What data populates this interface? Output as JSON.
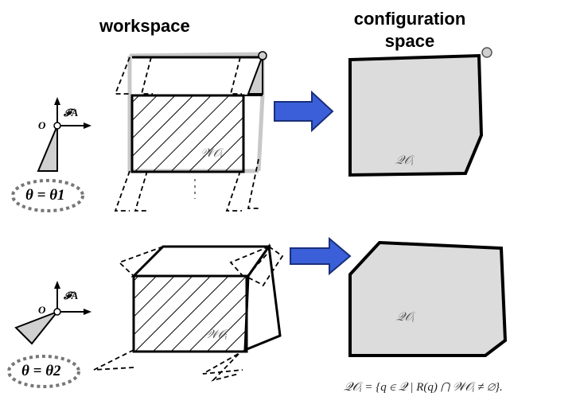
{
  "headers": {
    "workspace": "workspace",
    "configuration_line1": "configuration",
    "configuration_line2": "space"
  },
  "labels": {
    "wo": "𝒲𝒪ᵢ",
    "qo": "𝒬𝒪ᵢ",
    "frame_origin": "O",
    "frame_axis": "𝓕A"
  },
  "orientations": {
    "top": "θ = θ1",
    "bottom": "θ = θ2"
  },
  "formula": "𝒬𝒪ᵢ = {q ∈ 𝒬 | R(q) ⋂ 𝒲𝒪ᵢ ≠ ∅}.",
  "colors": {
    "arrow_fill": "#3a5fd9",
    "arrow_stroke": "#1a2f7a",
    "cspace_fill": "#dcdcdc",
    "ellipse_dash": "#777777"
  }
}
